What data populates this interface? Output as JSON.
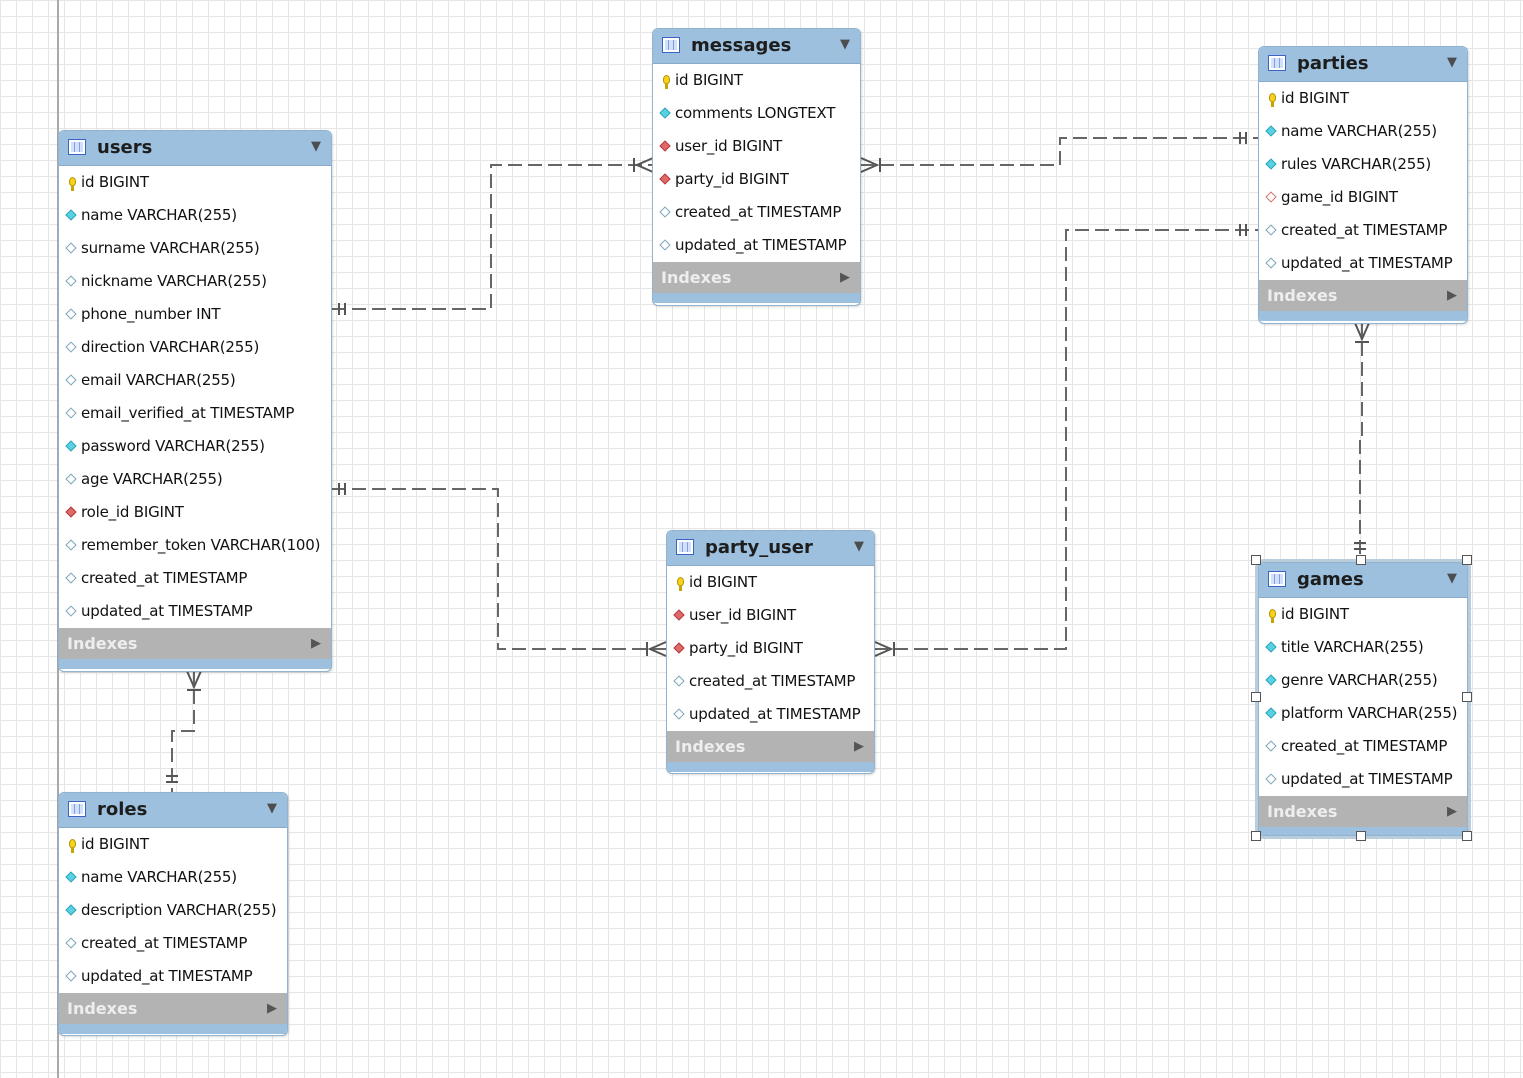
{
  "entities": {
    "users": {
      "name": "users",
      "columns": [
        {
          "text": "id BIGINT",
          "icon": "primary-key-icon"
        },
        {
          "text": "name VARCHAR(255)",
          "icon": "not-null-column-icon"
        },
        {
          "text": "surname VARCHAR(255)",
          "icon": "nullable-column-icon"
        },
        {
          "text": "nickname VARCHAR(255)",
          "icon": "nullable-column-icon"
        },
        {
          "text": "phone_number INT",
          "icon": "nullable-column-icon"
        },
        {
          "text": "direction VARCHAR(255)",
          "icon": "nullable-column-icon"
        },
        {
          "text": "email VARCHAR(255)",
          "icon": "nullable-column-icon"
        },
        {
          "text": "email_verified_at TIMESTAMP",
          "icon": "nullable-column-icon"
        },
        {
          "text": "password VARCHAR(255)",
          "icon": "not-null-column-icon"
        },
        {
          "text": "age VARCHAR(255)",
          "icon": "nullable-column-icon"
        },
        {
          "text": "role_id BIGINT",
          "icon": "foreign-key-icon"
        },
        {
          "text": "remember_token VARCHAR(100)",
          "icon": "nullable-column-icon"
        },
        {
          "text": "created_at TIMESTAMP",
          "icon": "nullable-column-icon"
        },
        {
          "text": "updated_at TIMESTAMP",
          "icon": "nullable-column-icon"
        }
      ],
      "indexes_label": "Indexes"
    },
    "messages": {
      "name": "messages",
      "columns": [
        {
          "text": "id BIGINT",
          "icon": "primary-key-icon"
        },
        {
          "text": "comments LONGTEXT",
          "icon": "not-null-column-icon"
        },
        {
          "text": "user_id BIGINT",
          "icon": "foreign-key-icon"
        },
        {
          "text": "party_id BIGINT",
          "icon": "foreign-key-icon"
        },
        {
          "text": "created_at TIMESTAMP",
          "icon": "nullable-column-icon"
        },
        {
          "text": "updated_at TIMESTAMP",
          "icon": "nullable-column-icon"
        }
      ],
      "indexes_label": "Indexes"
    },
    "parties": {
      "name": "parties",
      "columns": [
        {
          "text": "id BIGINT",
          "icon": "primary-key-icon"
        },
        {
          "text": "name VARCHAR(255)",
          "icon": "not-null-column-icon"
        },
        {
          "text": "rules VARCHAR(255)",
          "icon": "not-null-column-icon"
        },
        {
          "text": "game_id BIGINT",
          "icon": "nullable-foreign-key-icon"
        },
        {
          "text": "created_at TIMESTAMP",
          "icon": "nullable-column-icon"
        },
        {
          "text": "updated_at TIMESTAMP",
          "icon": "nullable-column-icon"
        }
      ],
      "indexes_label": "Indexes"
    },
    "party_user": {
      "name": "party_user",
      "columns": [
        {
          "text": "id BIGINT",
          "icon": "primary-key-icon"
        },
        {
          "text": "user_id BIGINT",
          "icon": "foreign-key-icon"
        },
        {
          "text": "party_id BIGINT",
          "icon": "foreign-key-icon"
        },
        {
          "text": "created_at TIMESTAMP",
          "icon": "nullable-column-icon"
        },
        {
          "text": "updated_at TIMESTAMP",
          "icon": "nullable-column-icon"
        }
      ],
      "indexes_label": "Indexes"
    },
    "games": {
      "name": "games",
      "columns": [
        {
          "text": "id BIGINT",
          "icon": "primary-key-icon"
        },
        {
          "text": "title VARCHAR(255)",
          "icon": "not-null-column-icon"
        },
        {
          "text": "genre VARCHAR(255)",
          "icon": "not-null-column-icon"
        },
        {
          "text": "platform VARCHAR(255)",
          "icon": "not-null-column-icon"
        },
        {
          "text": "created_at TIMESTAMP",
          "icon": "nullable-column-icon"
        },
        {
          "text": "updated_at TIMESTAMP",
          "icon": "nullable-column-icon"
        }
      ],
      "indexes_label": "Indexes"
    },
    "roles": {
      "name": "roles",
      "columns": [
        {
          "text": "id BIGINT",
          "icon": "primary-key-icon"
        },
        {
          "text": "name VARCHAR(255)",
          "icon": "not-null-column-icon"
        },
        {
          "text": "description VARCHAR(255)",
          "icon": "not-null-column-icon"
        },
        {
          "text": "created_at TIMESTAMP",
          "icon": "nullable-column-icon"
        },
        {
          "text": "updated_at TIMESTAMP",
          "icon": "nullable-column-icon"
        }
      ],
      "indexes_label": "Indexes"
    }
  },
  "relationships": [
    {
      "from": "users",
      "to": "messages",
      "from_end": "one",
      "to_end": "many"
    },
    {
      "from": "parties",
      "to": "messages",
      "from_end": "one",
      "to_end": "many"
    },
    {
      "from": "users",
      "to": "party_user",
      "from_end": "one",
      "to_end": "many"
    },
    {
      "from": "parties",
      "to": "party_user",
      "from_end": "one",
      "to_end": "many"
    },
    {
      "from": "roles",
      "to": "users",
      "from_end": "one",
      "to_end": "many"
    },
    {
      "from": "games",
      "to": "parties",
      "from_end": "one",
      "to_end": "many"
    }
  ],
  "colors": {
    "header": "#9cc0de",
    "indexes_bar": "#b3b3b3",
    "connector": "#666666",
    "grid": "#e6e6e6"
  }
}
